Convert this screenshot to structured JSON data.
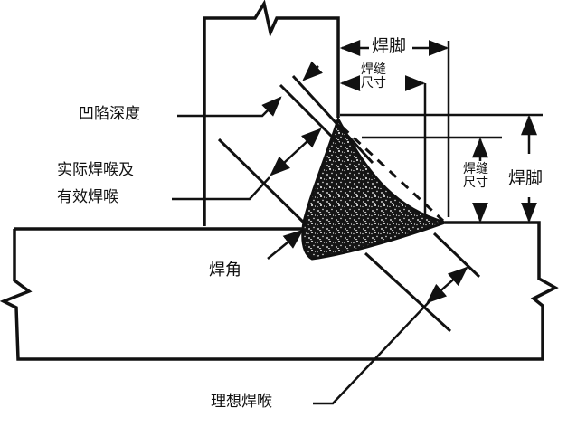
{
  "diagram": {
    "title": "Fillet weld terminology diagram",
    "colors": {
      "line": "#111111",
      "background": "#ffffff",
      "weld_fill": "#151515"
    },
    "labels": {
      "leg_top": "焊脚",
      "weld_size_top_line1": "焊缝",
      "weld_size_top_line2": "尺寸",
      "concavity_depth": "凹陷深度",
      "actual_throat_line1": "实际焊喉及",
      "actual_throat_line2": "有效焊喉",
      "weld_size_right_line1": "焊缝",
      "weld_size_right_line2": "尺寸",
      "leg_right": "焊脚",
      "weld_root": "焊角",
      "theoretical_throat": "理想焊喉"
    },
    "parts": {
      "vertical_plate": "upright member with break mark at top",
      "horizontal_plate": "base member with break marks at left and right",
      "weld": "concave fillet weld, hatched/stippled"
    }
  }
}
